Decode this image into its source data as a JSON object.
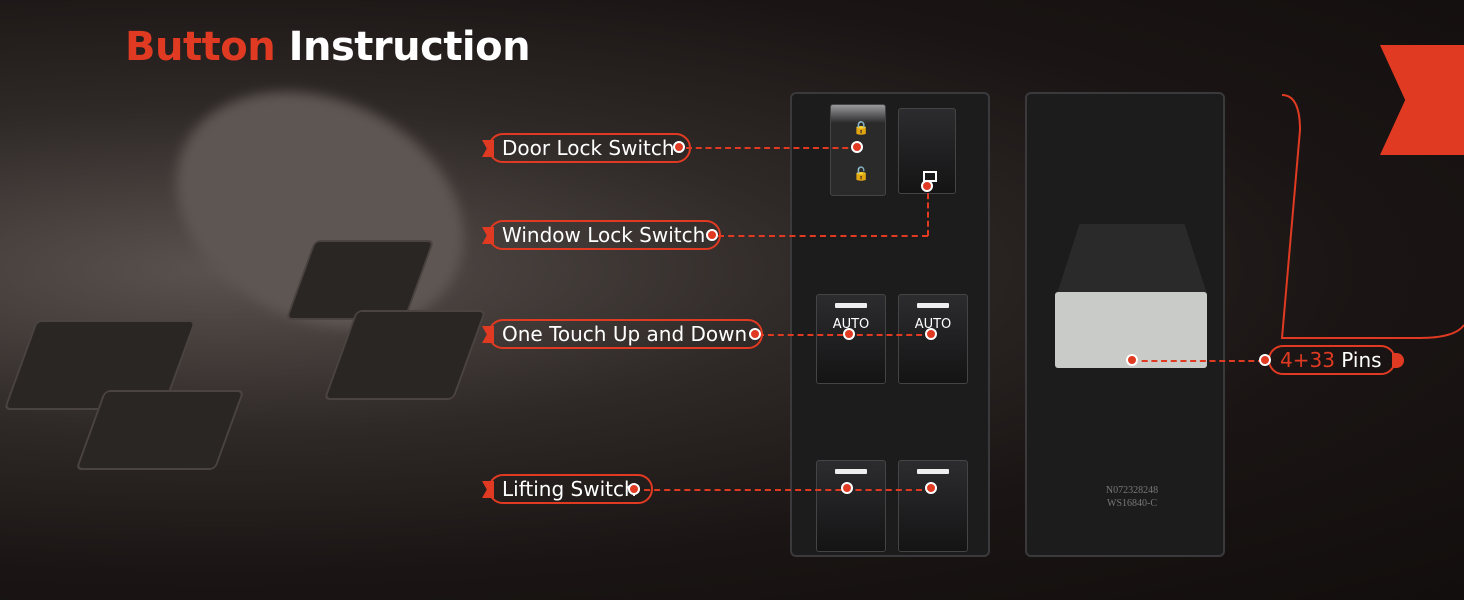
{
  "title": {
    "accent": "Button",
    "rest": "Instruction"
  },
  "callouts": {
    "door_lock": "Door Lock Switch",
    "window_lock": "Window Lock Switch",
    "one_touch": "One Touch Up and Down",
    "lifting": "Lifting Switch"
  },
  "pins": {
    "count": "4+33",
    "label": "Pins"
  },
  "switch_labels": {
    "auto_left": "AUTO",
    "auto_right": "AUTO"
  },
  "part_numbers": {
    "line1": "N072328248",
    "line2": "WS16840-C"
  },
  "colors": {
    "accent": "#e03a22",
    "background": "#1a1514"
  }
}
